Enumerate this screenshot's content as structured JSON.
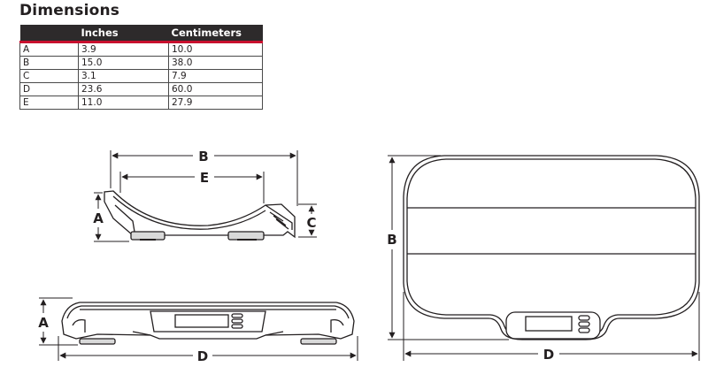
{
  "title": "Dimensions",
  "table": {
    "headers": [
      "",
      "Inches",
      "Centimeters"
    ],
    "rows": [
      [
        "A",
        "3.9",
        "10.0"
      ],
      [
        "B",
        "15.0",
        "38.0"
      ],
      [
        "C",
        "3.1",
        "7.9"
      ],
      [
        "D",
        "23.6",
        "60.0"
      ],
      [
        "E",
        "11.0",
        "27.9"
      ]
    ]
  },
  "labels": {
    "side_b": "B",
    "side_e": "E",
    "side_a": "A",
    "side_c": "C",
    "front_a": "A",
    "front_d": "D",
    "top_b": "B",
    "top_d": "D"
  },
  "colors": {
    "header_bg": "#2d2a2b",
    "header_accent": "#c8102e",
    "line": "#231f20"
  }
}
